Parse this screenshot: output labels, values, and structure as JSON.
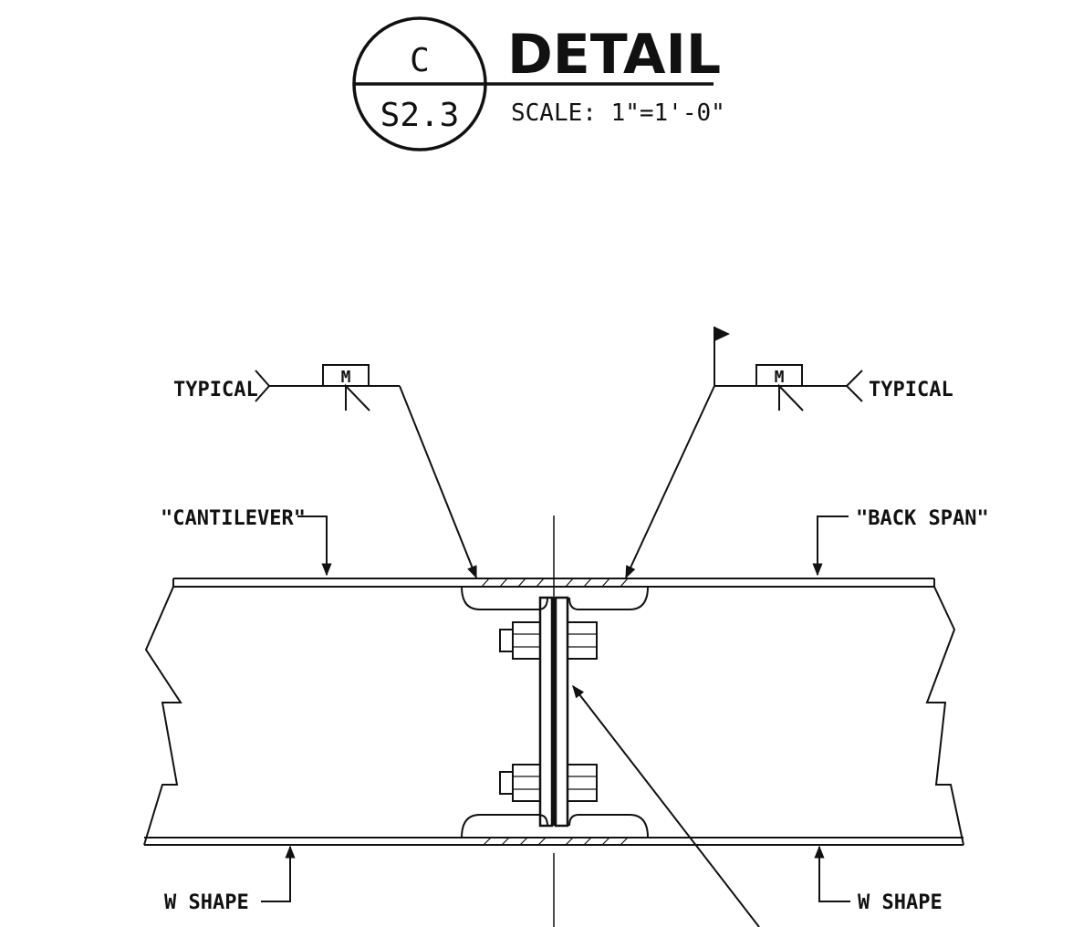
{
  "title_block": {
    "detail_letter": "C",
    "sheet_number": "S2.3",
    "title": "DETAIL",
    "scale": "SCALE: 1\"=1'-0\""
  },
  "labels": {
    "typical_left": "TYPICAL",
    "typical_right": "TYPICAL",
    "weld_symbol_left": "M",
    "weld_symbol_right": "M",
    "cantilever": "\"CANTILEVER\"",
    "back_span": "\"BACK SPAN\"",
    "w_shape_left": "W SHAPE",
    "w_shape_right": "W SHAPE"
  }
}
